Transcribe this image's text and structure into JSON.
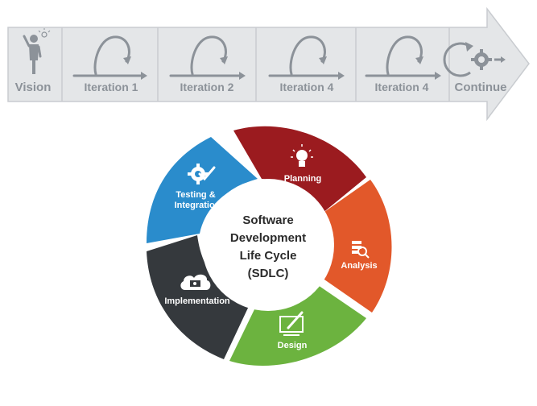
{
  "roadmap": {
    "vision_label": "Vision",
    "stages": [
      {
        "label": "Iteration 1",
        "icon": "loop-arrow-icon"
      },
      {
        "label": "Iteration 2",
        "icon": "loop-arrow-icon"
      },
      {
        "label": "Iteration 4",
        "icon": "loop-arrow-icon"
      },
      {
        "label": "Iteration 4",
        "icon": "loop-arrow-icon"
      }
    ],
    "continue_label": "Continue",
    "colors": {
      "fill": "#e4e6e8",
      "border": "#c9ccd0",
      "text": "#8c9299"
    }
  },
  "sdlc": {
    "center_lines": [
      "Software",
      "Development",
      "Life Cycle",
      "(SDLC)"
    ],
    "segments": [
      {
        "label": "Planning",
        "icon": "lightbulb-icon",
        "color": "#9b1b1f"
      },
      {
        "label": "Analysis",
        "icon": "analysis-magnifier-icon",
        "color": "#e2582a"
      },
      {
        "label": "Design",
        "icon": "design-pen-icon",
        "color": "#6cb33f"
      },
      {
        "label": "Implementation",
        "icon": "cloud-monitor-icon",
        "color": "#35393d"
      },
      {
        "label": "Testing & Integration",
        "label_lines": [
          "Testing &",
          "Integration"
        ],
        "icon": "gear-check-icon",
        "color": "#2a8ccc"
      }
    ]
  }
}
